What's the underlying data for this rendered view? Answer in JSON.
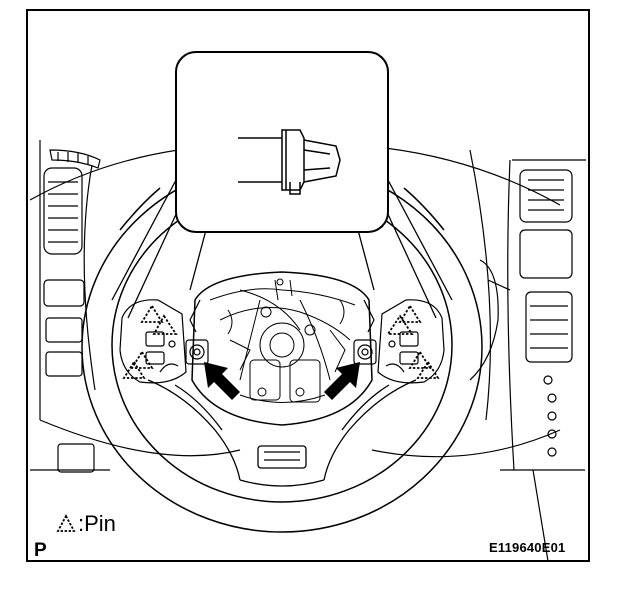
{
  "legend": {
    "icon": "dashed-triangle-pin-icon",
    "text": ":Pin"
  },
  "panel_code": "P",
  "figure_id": "E119640E01",
  "colors": {
    "line": "#000000",
    "background": "#ffffff"
  }
}
